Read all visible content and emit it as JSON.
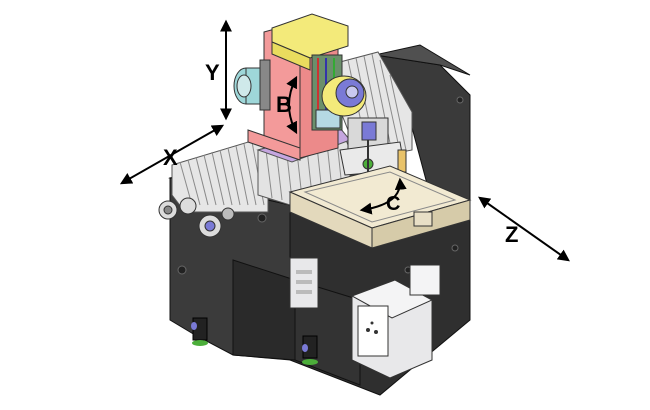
{
  "diagram": {
    "axes": {
      "x": "X",
      "y": "Y",
      "z": "Z",
      "b": "B",
      "c": "C"
    },
    "colors": {
      "bed": "#3a3a3a",
      "bed_top": "#555555",
      "bellows": "#e9e9e9",
      "column": "#f39a9a",
      "column_top": "#f3ea7a",
      "purple_slide": "#c5a6e0",
      "table": "#f2ead2",
      "cabinet": "#e8e8ea",
      "motor": "#9ed7d9",
      "spindle_blue": "#7a7ad6",
      "accent_green": "#4cae3a"
    }
  }
}
